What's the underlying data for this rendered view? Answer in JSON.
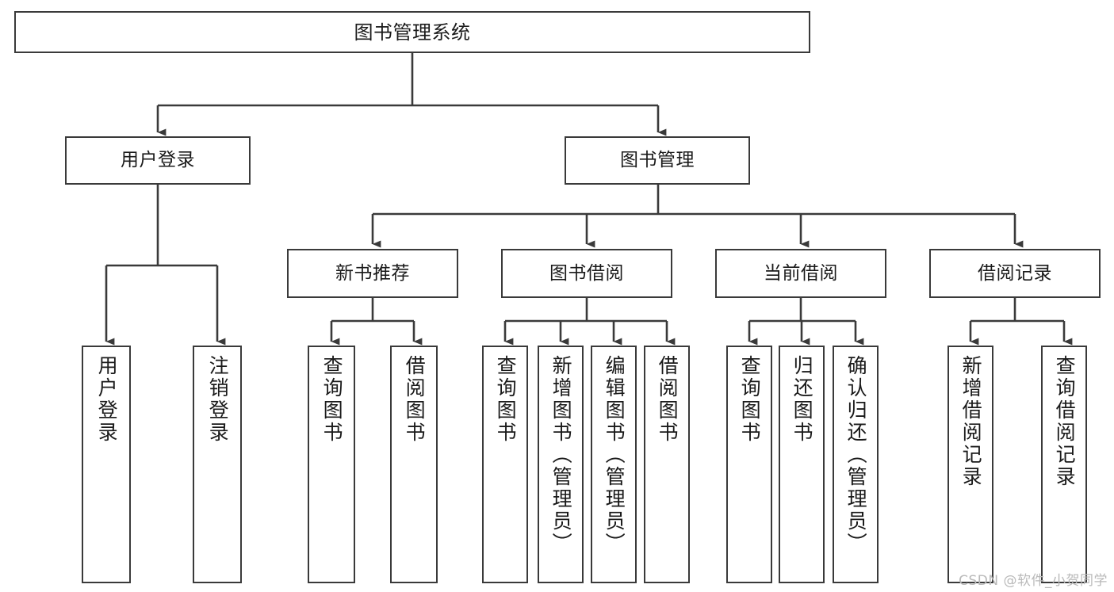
{
  "diagram": {
    "title": "图书管理系统",
    "type": "function-structure-tree",
    "stroke_color": "#3a3a3a",
    "fill_color": "#ffffff",
    "text_color": "#1a1a1a",
    "watermark": "CSDN @软件_小贺同学",
    "levels": {
      "root": {
        "label": "图书管理系统"
      },
      "level2": [
        {
          "label": "用户登录"
        },
        {
          "label": "图书管理"
        }
      ],
      "level3": [
        {
          "label": "新书推荐"
        },
        {
          "label": "图书借阅"
        },
        {
          "label": "当前借阅"
        },
        {
          "label": "借阅记录"
        }
      ],
      "leaves_user_login": [
        {
          "label": "用户登录"
        },
        {
          "label": "注销登录"
        }
      ],
      "leaves_new_book": [
        {
          "label": "查询图书"
        },
        {
          "label": "借阅图书"
        }
      ],
      "leaves_book_borrow": [
        {
          "label": "查询图书"
        },
        {
          "label": "新增图书（管理员）"
        },
        {
          "label": "编辑图书（管理员）"
        },
        {
          "label": "借阅图书"
        }
      ],
      "leaves_current_borrow": [
        {
          "label": "查询图书"
        },
        {
          "label": "归还图书"
        },
        {
          "label": "确认归还（管理员）"
        }
      ],
      "leaves_borrow_record": [
        {
          "label": "新增借阅记录"
        },
        {
          "label": "查询借阅记录"
        }
      ]
    }
  }
}
